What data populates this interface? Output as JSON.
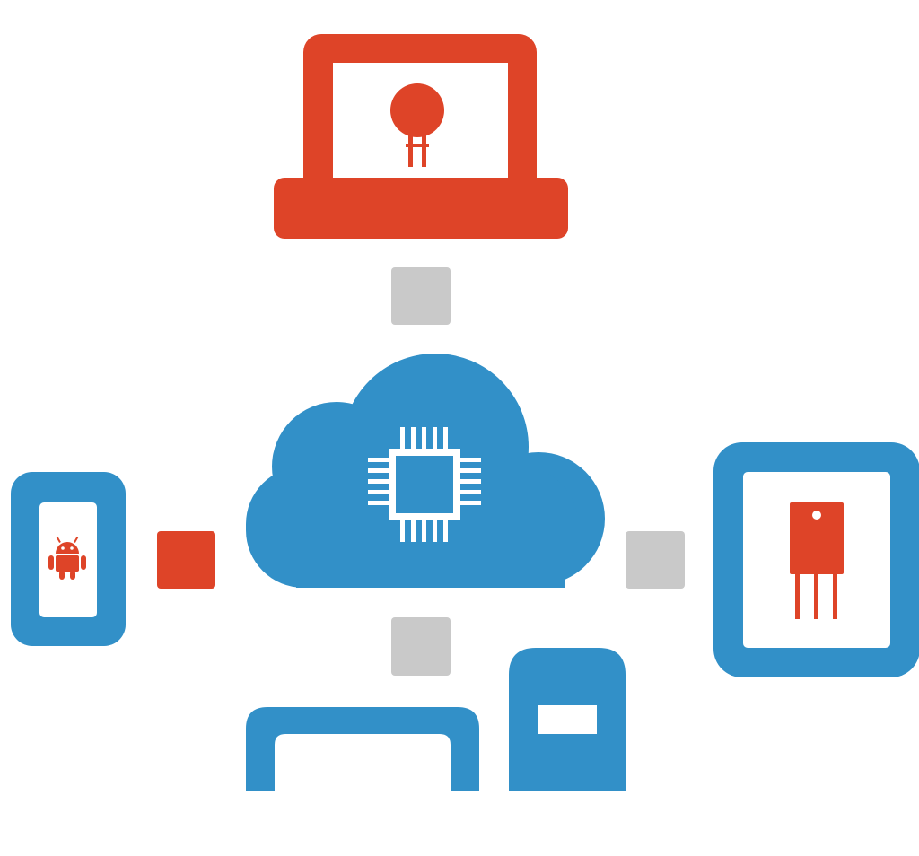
{
  "diagram": {
    "background": "#ffffff",
    "colors": {
      "accent_red": "#DE4428",
      "accent_blue": "#3290C8",
      "connector_gray": "#C9C9C9",
      "white": "#ffffff"
    },
    "nodes": [
      {
        "id": "laptop",
        "icon": "laptop-icon",
        "color": "accent_red",
        "inner_icon": "thermistor-icon"
      },
      {
        "id": "cloud",
        "icon": "cloud-icon",
        "color": "accent_blue",
        "inner_icon": "microchip-icon"
      },
      {
        "id": "phone",
        "icon": "smartphone-icon",
        "color": "accent_blue",
        "inner_icon": "android-icon"
      },
      {
        "id": "tablet",
        "icon": "tablet-icon",
        "color": "accent_blue",
        "inner_icon": "transistor-icon"
      },
      {
        "id": "desktop",
        "icon": "desktop-computer-icon",
        "color": "accent_blue",
        "inner_icon": "pc-tower-icon"
      }
    ],
    "connectors": [
      {
        "id": "cloud-laptop",
        "color": "connector_gray"
      },
      {
        "id": "cloud-phone",
        "color": "accent_red"
      },
      {
        "id": "cloud-tablet",
        "color": "connector_gray"
      },
      {
        "id": "cloud-desktop",
        "color": "connector_gray"
      }
    ]
  }
}
